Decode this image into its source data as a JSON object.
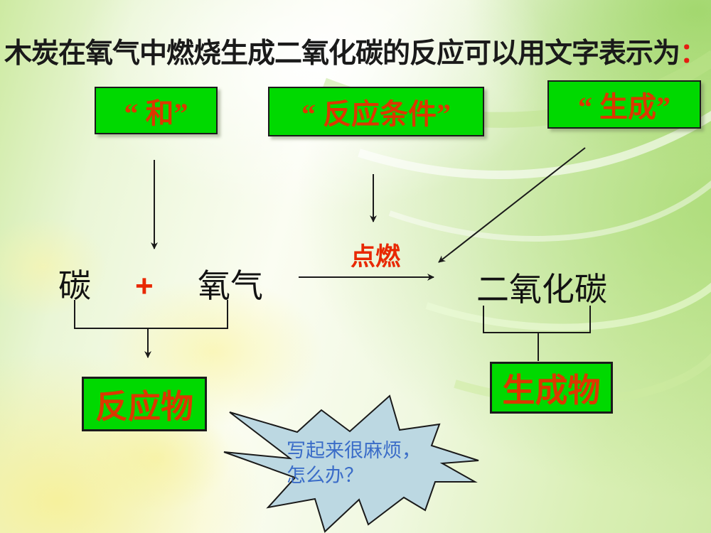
{
  "slide": {
    "title": {
      "text": "木炭在氧气中燃烧生成二氧化碳的反应可以用文字表示为",
      "colon": "："
    },
    "label_boxes": [
      {
        "id": "he",
        "text": "“ 和”"
      },
      {
        "id": "condition",
        "text": "“ 反应条件”"
      },
      {
        "id": "produce",
        "text": "“ 生成”"
      }
    ],
    "equation": {
      "reactant1": "碳",
      "plus": "+",
      "reactant2": "氧气",
      "condition": "点燃",
      "product": "二氧化碳"
    },
    "category_boxes": {
      "reactants": "反应物",
      "products": "生成物"
    },
    "callout": {
      "line1": "写起来很麻烦，",
      "line2": "怎么办？"
    },
    "colors": {
      "box_green": "#00d900",
      "box_label_red": "#dc3800",
      "condition_red": "#e82800",
      "title_black": "#1a1a1a",
      "colon_red": "#e51d10",
      "callout_fill": "#bcd8e2",
      "callout_text_blue": "#3a6cc8"
    }
  }
}
